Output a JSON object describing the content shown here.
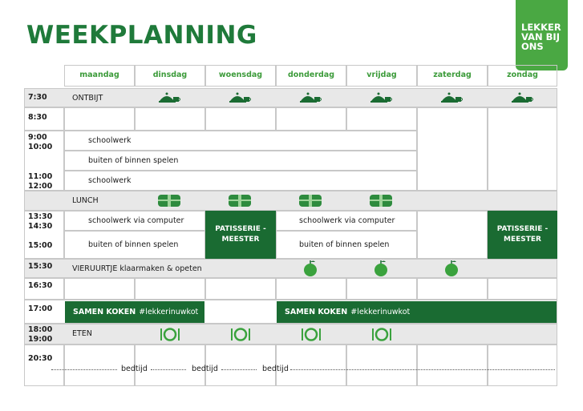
{
  "title": "WEEKPLANNING",
  "logo": [
    "LEKKER",
    "VAN BIJ",
    "ONS"
  ],
  "days": [
    "maandag",
    "dinsdag",
    "woensdag",
    "donderdag",
    "vrijdag",
    "zaterdag",
    "zondag"
  ],
  "times": {
    "t0730": "7:30",
    "t0830": "8:30",
    "t0900": "9:00",
    "t1000": "10:00",
    "t1100": "11:00",
    "t1200": "12:00",
    "t1330": "13:30",
    "t1430": "14:30",
    "t1500": "15:00",
    "t1530": "15:30",
    "t1630": "16:30",
    "t1700": "17:00",
    "t1800": "18:00",
    "t1900": "19:00",
    "t2030": "20:30"
  },
  "rows": {
    "ontbijt": "ONTBIJT",
    "schoolwerk1": "schoolwerk",
    "spelen1": "buiten of binnen spelen",
    "schoolwerk2": "schoolwerk",
    "lunch": "LUNCH",
    "computer_a": "schoolwerk via computer",
    "computer_b": "schoolwerk via computer",
    "spelen_a": "buiten of binnen spelen",
    "spelen_b": "buiten of binnen spelen",
    "patisserie_a": "PATISSERIE - MEESTER",
    "patisserie_b": "PATISSERIE - MEESTER",
    "vieruurtje": "VIERUURTJE klaarmaken & opeten",
    "samen_koken_label": "SAMEN KOKEN",
    "samen_koken_tag": "#lekkerinuwkot",
    "eten": "ETEN",
    "bedtijd": [
      "bedtijd",
      "bedtijd",
      "bedtijd"
    ]
  },
  "colors": {
    "dark_green": "#1a6b32",
    "light_green": "#4aa843",
    "header_green": "#3c9b3a",
    "gray": "#e8e8e8"
  },
  "icons": {
    "breakfast": "cloche-cup-icon",
    "lunch": "lunchbox-icon",
    "snack": "apple-icon",
    "dinner": "cutlery-plate-icon"
  }
}
